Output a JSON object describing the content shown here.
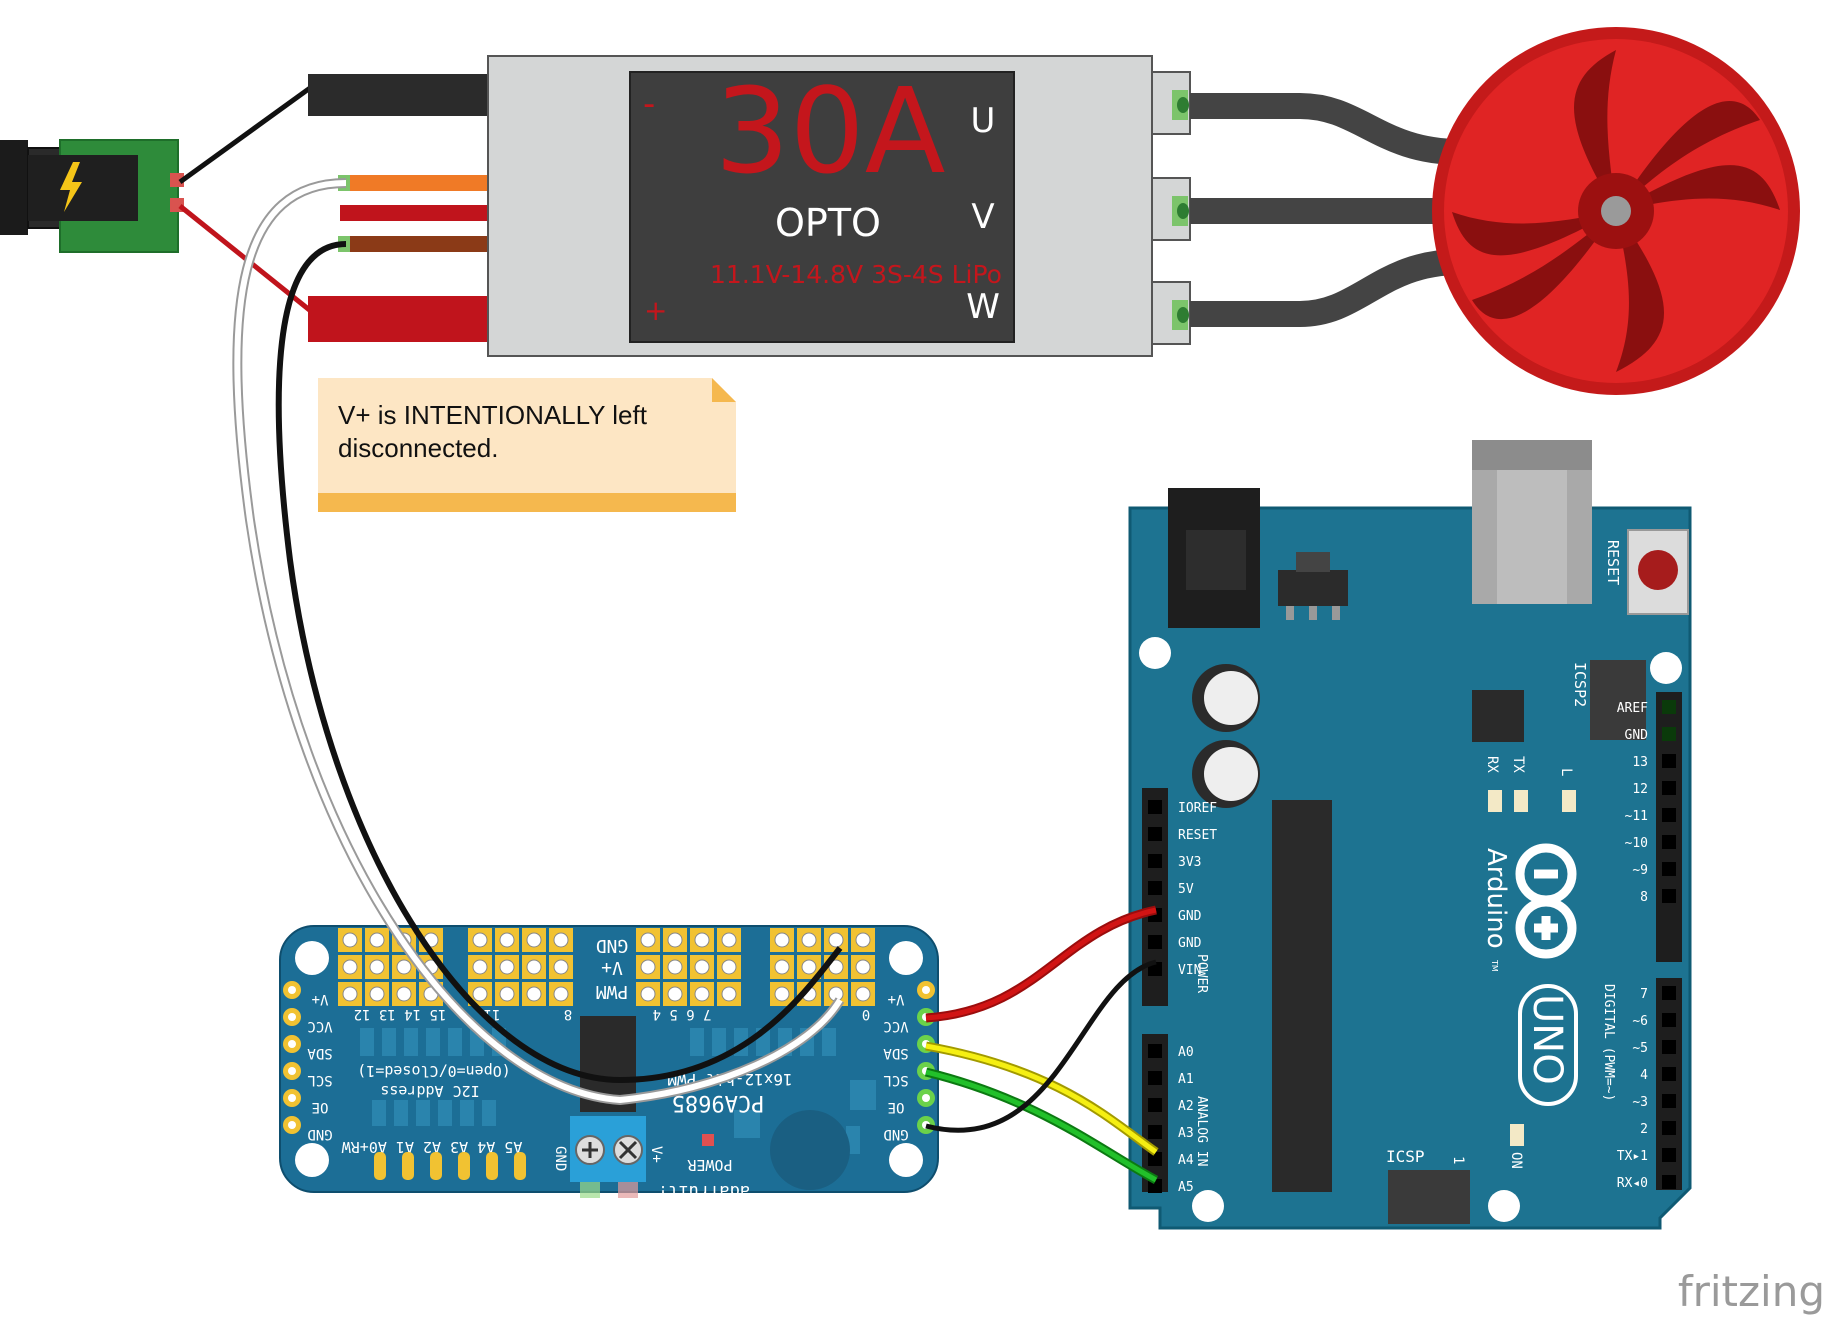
{
  "esc": {
    "rating": "30A",
    "type": "OPTO",
    "voltage": "11.1V-14.8V 3S-4S LiPo",
    "minus_sign": "-",
    "plus_sign": "+",
    "phase_labels": [
      "U",
      "V",
      "W"
    ]
  },
  "note": {
    "line1": "V+ is INTENTIONALLY left",
    "line2": "disconnected."
  },
  "power_jack": {
    "icon": "lightning-bolt-icon"
  },
  "motor": {
    "color": "#c41a1a"
  },
  "pwm_board": {
    "left_pins": [
      "V+",
      "VCC",
      "SDA",
      "SCL",
      "OE",
      "GND"
    ],
    "right_pins": [
      "V+",
      "VCC",
      "SDA",
      "SCL",
      "OE",
      "GND"
    ],
    "channel_numbers_a": "15 14 13 12",
    "channel_numbers_b": "11",
    "channel_numbers_c": "8",
    "channel_numbers_d": "7 6 5 4",
    "channel_numbers_e": "0",
    "gnd_label": "GND",
    "vplus_label": "V+",
    "pwm_label": "PWM",
    "chip_label": "PCA9685",
    "chip_sub": "16x12-bit PWM",
    "i2c_label": "I2C Address",
    "addr_label": "(Open=0/Closed=1)",
    "addr_pins": "A5 A4 A3 A2 A1 A0+RW",
    "power_label": "POWER",
    "brand": "adafruit!",
    "terminal_gnd": "GND",
    "terminal_vplus": "V+",
    "oe_label": "OE"
  },
  "arduino": {
    "reset_label": "RESET",
    "icsp2_label": "ICSP2",
    "icsp_label": "ICSP",
    "icsp_pin1": "1",
    "tx_label": "TX",
    "rx_label": "RX",
    "l_label": "L",
    "on_label": "ON",
    "brand": "Arduino",
    "model": "UNO",
    "tm": "TM",
    "power_header_label": "POWER",
    "analog_header_label": "ANALOG IN",
    "digital_header_label": "DIGITAL (PWM=~)",
    "power_pins": [
      "IOREF",
      "RESET",
      "3V3",
      "5V",
      "GND",
      "GND",
      "VIN"
    ],
    "analog_pins": [
      "A0",
      "A1",
      "A2",
      "A3",
      "A4",
      "A5"
    ],
    "digital_top": [
      "AREF",
      "GND",
      "13",
      "12",
      "~11",
      "~10",
      "~9",
      "8"
    ],
    "digital_bottom": [
      "7",
      "~6",
      "~5",
      "4",
      "~3",
      "2",
      "TX▸1",
      "RX◂0"
    ]
  },
  "watermark": "fritzing"
}
